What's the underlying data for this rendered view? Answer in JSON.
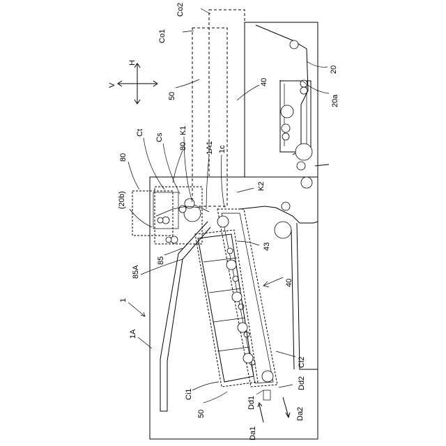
{
  "labels": {
    "co2": "Co2",
    "co1": "Co1",
    "h": "H",
    "v": "V",
    "l20": "20",
    "l20a": "20a",
    "l50_top": "50",
    "l40_top": "40",
    "ct": "Ct",
    "cs": "Cs",
    "k1": "K1",
    "l80_left": "80",
    "l80_inner": "80",
    "a1": "1A1",
    "l1c": "1c",
    "k2": "K2",
    "l20b": "(20b)",
    "l43": "43",
    "l85": "85",
    "l85a": "85A",
    "l40_mid": "40",
    "l1": "1",
    "l1a": "1A",
    "ci1": "Ci1",
    "ci2": "Ci2",
    "l50_bot": "50",
    "dd1": "Dd1",
    "dd2": "Dd2",
    "da1": "Da1",
    "da2": "Da2"
  }
}
